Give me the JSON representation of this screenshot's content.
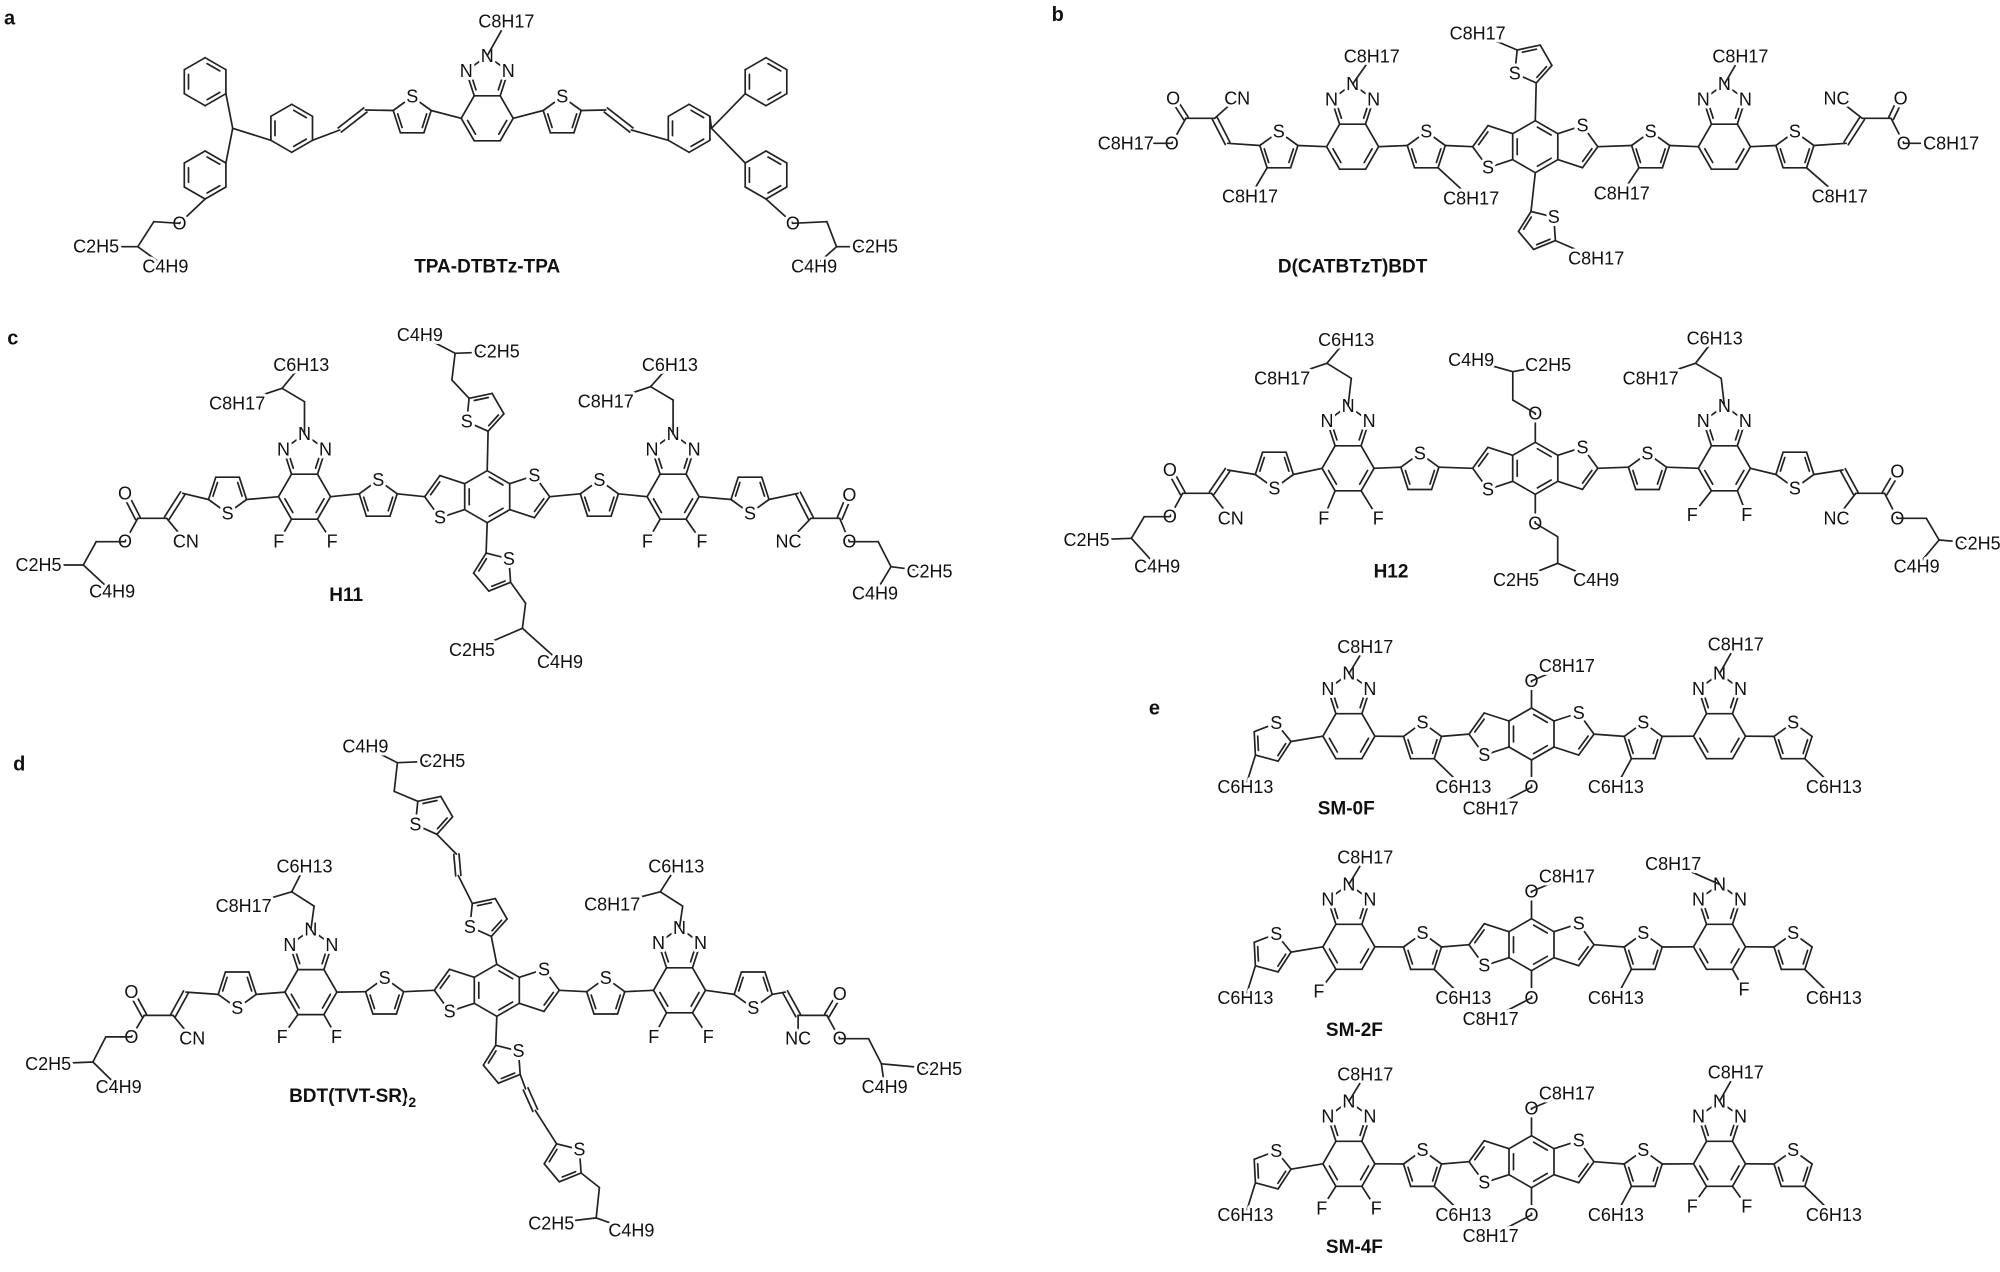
{
  "atoms": {
    "S": "S",
    "N": "N",
    "O": "O",
    "F": "F",
    "CN": "CN",
    "NC": "NC"
  },
  "panels": [
    {
      "letter": "a",
      "compounds": [
        {
          "name": "TPA-DTBTz-TPA",
          "substituents": [
            "C8H17",
            "C2H5",
            "C4H9",
            "C2H5",
            "C4H9"
          ]
        }
      ]
    },
    {
      "letter": "b",
      "compounds": [
        {
          "name": "D(CATBTzT)BDT",
          "substituents": [
            "C8H17",
            "C8H17",
            "C8H17",
            "C8H17",
            "C8H17",
            "C8H17",
            "C8H17",
            "C8H17",
            "C8H17",
            "C8H17"
          ]
        }
      ]
    },
    {
      "letter": "c",
      "compounds": [
        {
          "name": "H11",
          "substituents": [
            "C8H17",
            "C6H13",
            "C8H17",
            "C6H13",
            "C4H9",
            "C2H5",
            "C2H5",
            "C4H9",
            "C2H5",
            "C4H9",
            "C2H5",
            "C4H9"
          ]
        },
        {
          "name": "H12",
          "substituents": [
            "C8H17",
            "C6H13",
            "C8H17",
            "C6H13",
            "C4H9",
            "C2H5",
            "C2H5",
            "C4H9",
            "C2H5",
            "C4H9",
            "C2H5",
            "C4H9"
          ]
        }
      ]
    },
    {
      "letter": "d",
      "compounds": [
        {
          "name": "BDT(TVT-SR)2",
          "substituents": [
            "C8H17",
            "C6H13",
            "C8H17",
            "C6H13",
            "C4H9",
            "C2H5",
            "C2H5",
            "C4H9",
            "C2H5",
            "C4H9",
            "C2H5",
            "C4H9"
          ]
        }
      ]
    },
    {
      "letter": "e",
      "compounds": [
        {
          "name": "SM-0F",
          "substituents": [
            "C8H17",
            "C8H17",
            "C6H13",
            "C6H13",
            "C6H13",
            "C6H13",
            "C8H17",
            "C8H17"
          ]
        },
        {
          "name": "SM-2F",
          "substituents": [
            "C8H17",
            "C8H17",
            "C6H13",
            "C6H13",
            "C6H13",
            "C6H13",
            "C8H17",
            "C8H17"
          ]
        },
        {
          "name": "SM-4F",
          "substituents": [
            "C8H17",
            "C8H17",
            "C6H13",
            "C6H13",
            "C6H13",
            "C6H13",
            "C8H17",
            "C8H17"
          ]
        }
      ]
    }
  ]
}
